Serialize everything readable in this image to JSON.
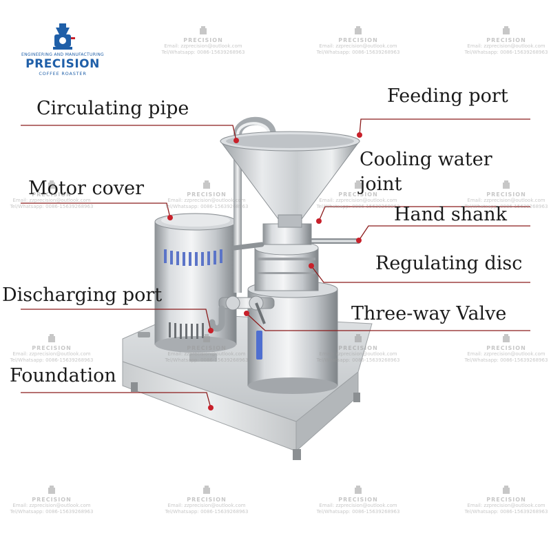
{
  "logo": {
    "tagline": "ENGINEERING AND MANUFACTURING",
    "brand": "PRECISION",
    "subtitle": "COFFEE ROASTER"
  },
  "watermark": {
    "brand": "PRECISION",
    "email": "Email: zzprecision@outlook.com",
    "phone": "Tel/Whatsapp: 0086-15639268963"
  },
  "labels": {
    "circulating_pipe": "Circulating pipe",
    "feeding_port": "Feeding port",
    "cooling_water_joint_line1": "Cooling water",
    "cooling_water_joint_line2": "joint",
    "motor_cover": "Motor cover",
    "hand_shank": "Hand shank",
    "regulating_disc": "Regulating disc",
    "discharging_port": "Discharging port",
    "three_way_valve": "Three-way Valve",
    "foundation": "Foundation"
  },
  "colors": {
    "leader_line": "#8b1a1a",
    "leader_dot": "#c8202a",
    "steel_light": "#e6e8ea",
    "steel_mid": "#b9bdc1",
    "steel_dark": "#7d8287",
    "vent": "#5b74c8",
    "brand_blue": "#1f5fa8"
  }
}
